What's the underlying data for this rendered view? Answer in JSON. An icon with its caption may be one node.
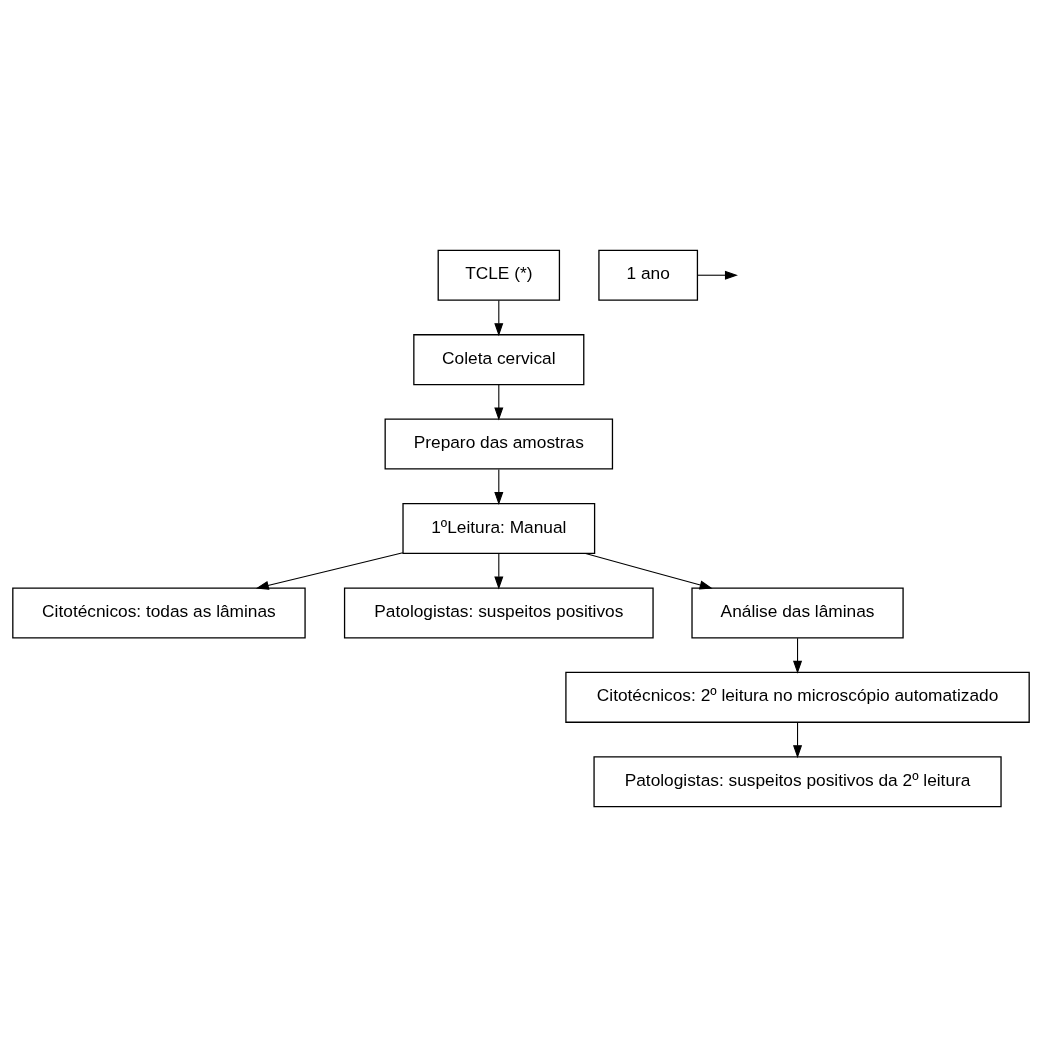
{
  "diagram": {
    "nodes": [
      {
        "text": [
          "TCLE (*)"
        ]
      },
      {
        "text": [
          "Coleta cervical"
        ]
      },
      {
        "text": [
          "Preparo das amostras"
        ]
      },
      {
        "text": [
          "1 ano"
        ]
      },
      {
        "text": [
          "1ºLeitura: Manual"
        ]
      },
      {
        "text": [
          "Citotécnicos: todas as lâminas"
        ]
      },
      {
        "text": [
          "Patologistas: suspeitos positivos"
        ]
      },
      {
        "text": [
          "Análise das lâminas"
        ]
      },
      {
        "text": [
          "Citotécnicos: 2º leitura no microscópio automatizado"
        ]
      },
      {
        "text": [
          "Patologistas: suspeitos positivos da 2º leitura"
        ]
      }
    ],
    "edges": [
      {
        "from": 0,
        "to": 1,
        "arrow": "to"
      },
      {
        "from": 1,
        "to": 2,
        "arrow": "to"
      },
      {
        "from": 2,
        "to": 4,
        "arrow": "to"
      },
      {
        "from": 3,
        "to": null,
        "arrow": "to"
      },
      {
        "from": 4,
        "to": 5,
        "arrow": "to"
      },
      {
        "from": 4,
        "to": 6,
        "arrow": "to"
      },
      {
        "from": 4,
        "to": 7,
        "arrow": "to"
      },
      {
        "from": 7,
        "to": 8,
        "arrow": "to"
      },
      {
        "from": 8,
        "to": 9,
        "arrow": "to"
      }
    ]
  }
}
